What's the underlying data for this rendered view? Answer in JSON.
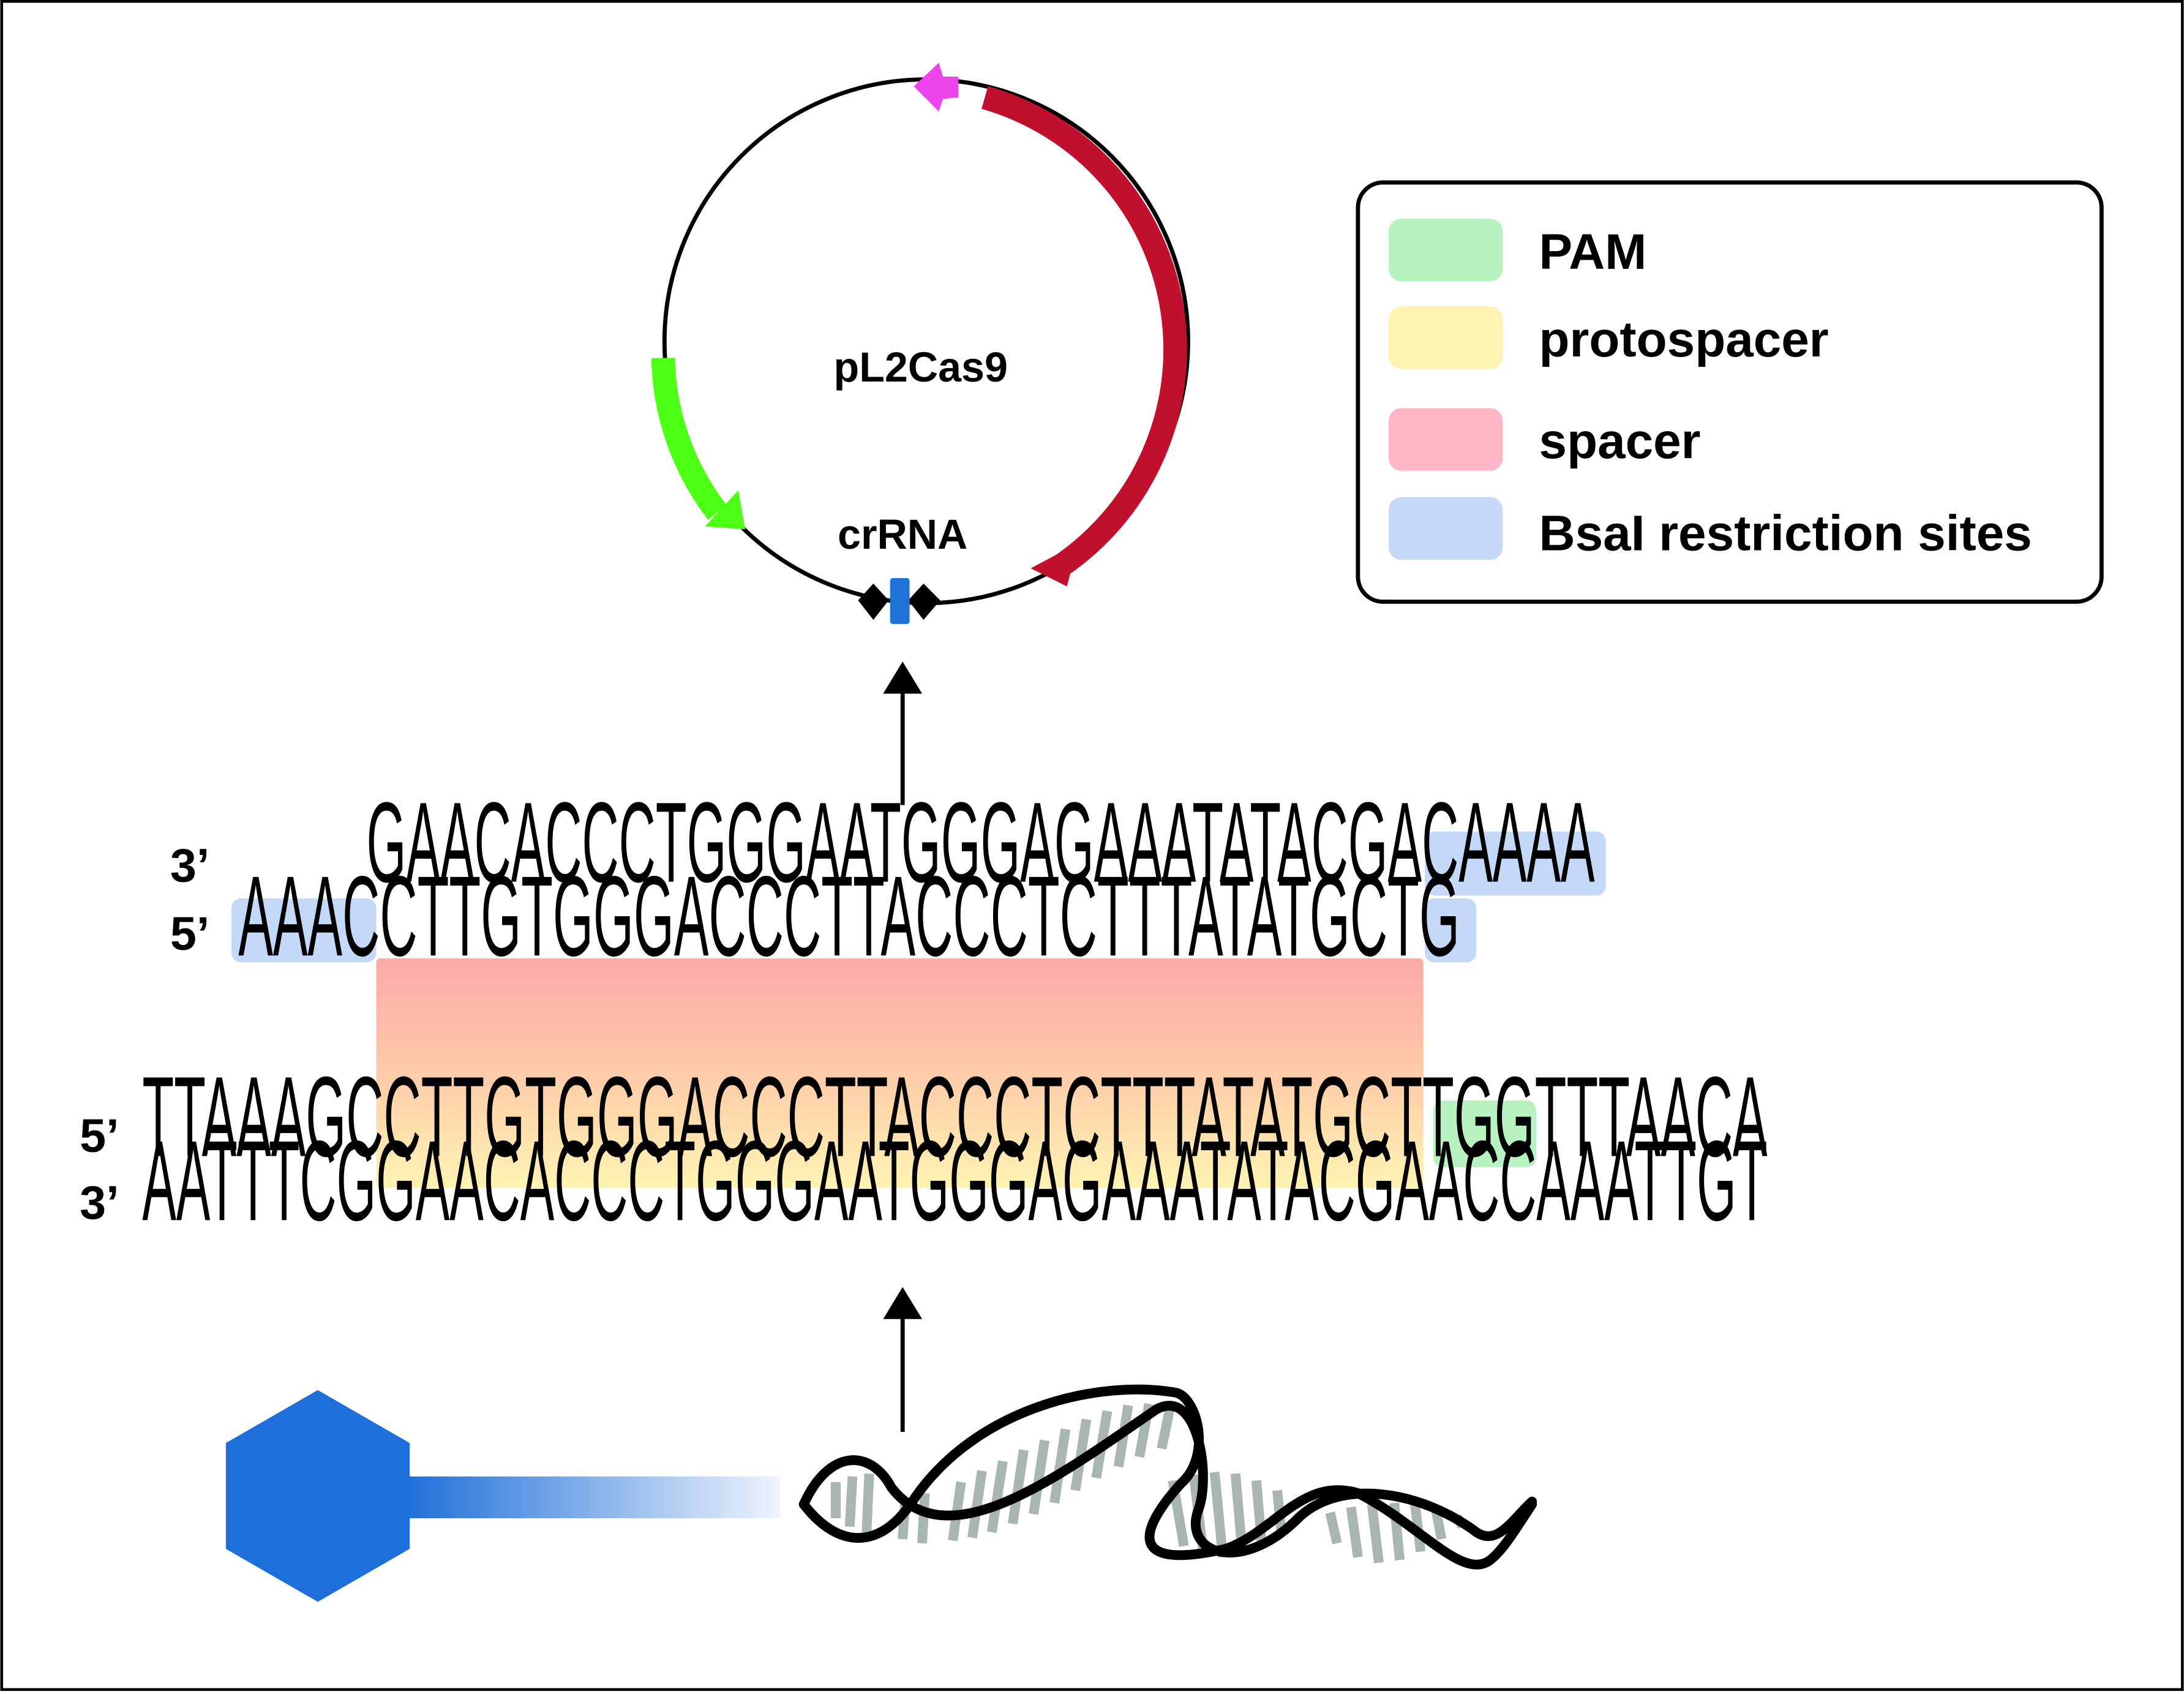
{
  "plasmid": {
    "name": "pL2Cas9",
    "insert_label": "crRNA"
  },
  "legend": [
    {
      "label": "PAM",
      "color": "#b8f2c0"
    },
    {
      "label": "protospacer",
      "color": "#fff3b3"
    },
    {
      "label": "spacer",
      "color": "#ffb6c6"
    },
    {
      "label": "BsaI restriction sites",
      "color": "#c4d9f8"
    }
  ],
  "oligo": {
    "top_end": "3’",
    "top_seq": "GAACACCCTGGGAATGGGAGAAATATACGACAAAA",
    "bottom_end": "5’",
    "bottom_seq": "AAACCTTGTGGGACCCTTACCCTCTTTATATGCTG"
  },
  "target": {
    "top_end": "5’",
    "top_seq": "TTAAAGCCTTGTGGGACCCTTACCCTCTTTATATGCTTGGTTTAACA",
    "bottom_end": "3’",
    "bottom_seq": "AATTTCGGAACACCCTGGGAATGGGAGAAATATACGAACCAAATTGT"
  },
  "colors": {
    "frame": "#000000",
    "cas9_arrow": "#c0102e",
    "green_arrow": "#4cff14",
    "magenta_arrow": "#ee44ee",
    "crRNA_block": "#1e72d8",
    "phage_head": "#1e6fd9",
    "dna_rungs": "#a9b5b2"
  },
  "icons": [
    "plasmid-map",
    "phage-icon",
    "dna-helix-icon",
    "up-arrow-icon"
  ]
}
